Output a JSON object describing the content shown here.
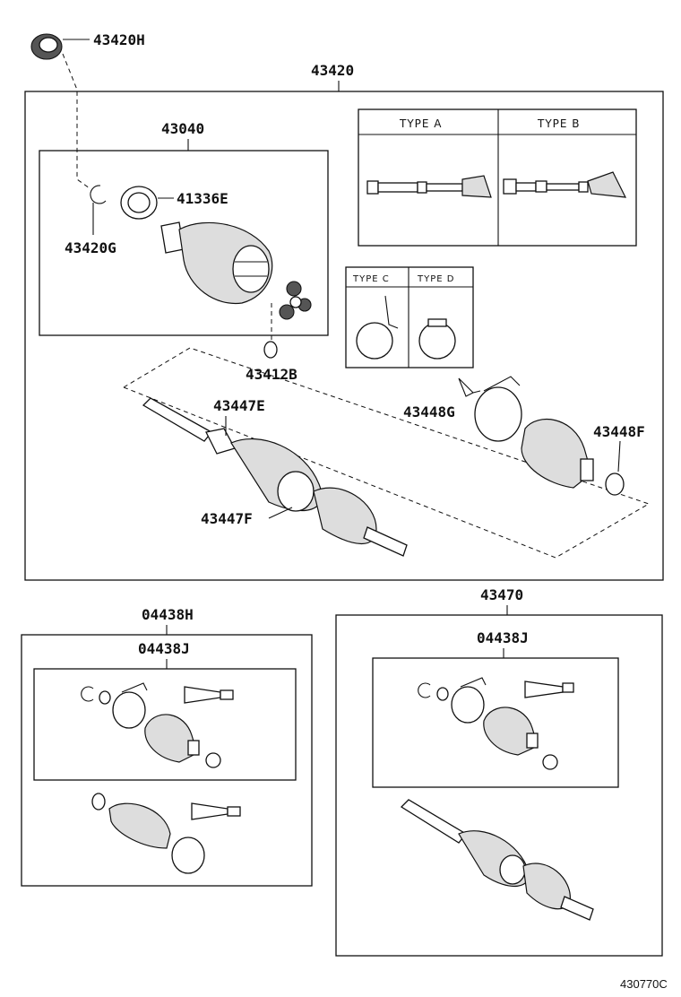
{
  "labels": {
    "p43420H": "43420H",
    "p43420": "43420",
    "p43040": "43040",
    "p41336E": "41336E",
    "p43420G": "43420G",
    "p43412B": "43412B",
    "p43447E": "43447E",
    "p43447F": "43447F",
    "p43448G": "43448G",
    "p43448F": "43448F",
    "p04438H": "04438H",
    "p04438J_left": "04438J",
    "p43470": "43470",
    "p04438J_right": "04438J"
  },
  "types": {
    "a": "TYPE  A",
    "b": "TYPE  B",
    "c": "TYPE  C",
    "d": "TYPE  D"
  },
  "footer_code": "430770C"
}
